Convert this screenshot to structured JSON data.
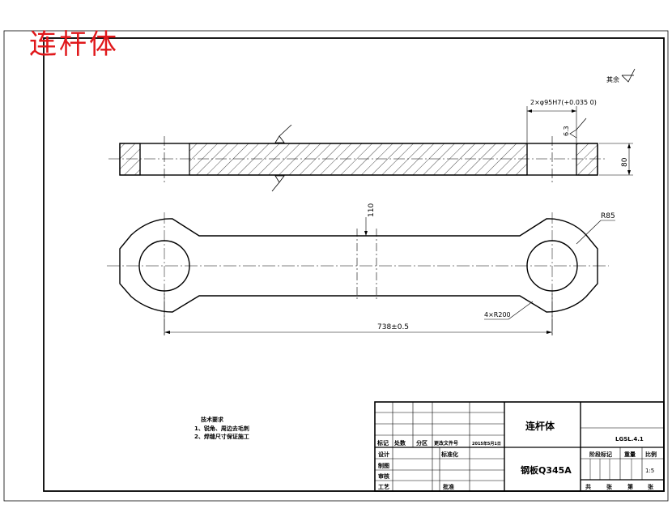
{
  "overlay_title": "连杆体",
  "surface_finish_note": "其余",
  "dimensions": {
    "holes": "2×φ95H7(+0.035 0)",
    "roughness_bore": "6.3",
    "thickness": "80",
    "shank_width": "110",
    "end_radius": "R85",
    "fillet_radius": "4×R200",
    "center_distance": "738±0.5"
  },
  "tech_requirements": {
    "heading": "技术要求",
    "items": [
      "1、锐角、周边去毛刺",
      "2、焊缝尺寸保证施工"
    ]
  },
  "title_block": {
    "part_name": "连杆体",
    "material": "钢板Q345A",
    "drawing_no": "LGSL.4.1",
    "scale_value": "1:5",
    "header_row": [
      "标记",
      "处数",
      "分区",
      "更改文件号",
      "2015年5月1日"
    ],
    "row_labels": [
      "设计",
      "制图",
      "审核",
      "工艺"
    ],
    "standardization": "标准化",
    "approval": "批准",
    "stage_mark": "阶段标记",
    "weight": "重量",
    "scale": "比例",
    "sheet_info": [
      "共",
      "张",
      "第",
      "张"
    ]
  }
}
